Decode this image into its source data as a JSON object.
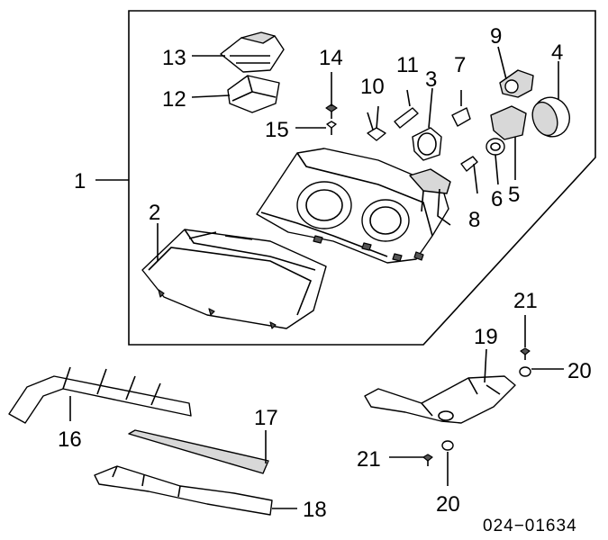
{
  "diagram": {
    "callouts": [
      {
        "id": "1",
        "label": "1"
      },
      {
        "id": "2",
        "label": "2"
      },
      {
        "id": "3",
        "label": "3"
      },
      {
        "id": "4",
        "label": "4"
      },
      {
        "id": "5",
        "label": "5"
      },
      {
        "id": "6",
        "label": "6"
      },
      {
        "id": "7",
        "label": "7"
      },
      {
        "id": "8",
        "label": "8"
      },
      {
        "id": "9",
        "label": "9"
      },
      {
        "id": "10",
        "label": "10"
      },
      {
        "id": "11",
        "label": "11"
      },
      {
        "id": "12",
        "label": "12"
      },
      {
        "id": "13",
        "label": "13"
      },
      {
        "id": "14",
        "label": "14"
      },
      {
        "id": "15",
        "label": "15"
      },
      {
        "id": "16",
        "label": "16"
      },
      {
        "id": "17",
        "label": "17"
      },
      {
        "id": "18",
        "label": "18"
      },
      {
        "id": "19",
        "label": "19"
      },
      {
        "id": "20a",
        "label": "20"
      },
      {
        "id": "20b",
        "label": "20"
      },
      {
        "id": "21a",
        "label": "21"
      },
      {
        "id": "21b",
        "label": "21"
      }
    ],
    "diagram_code": "024−01634"
  }
}
